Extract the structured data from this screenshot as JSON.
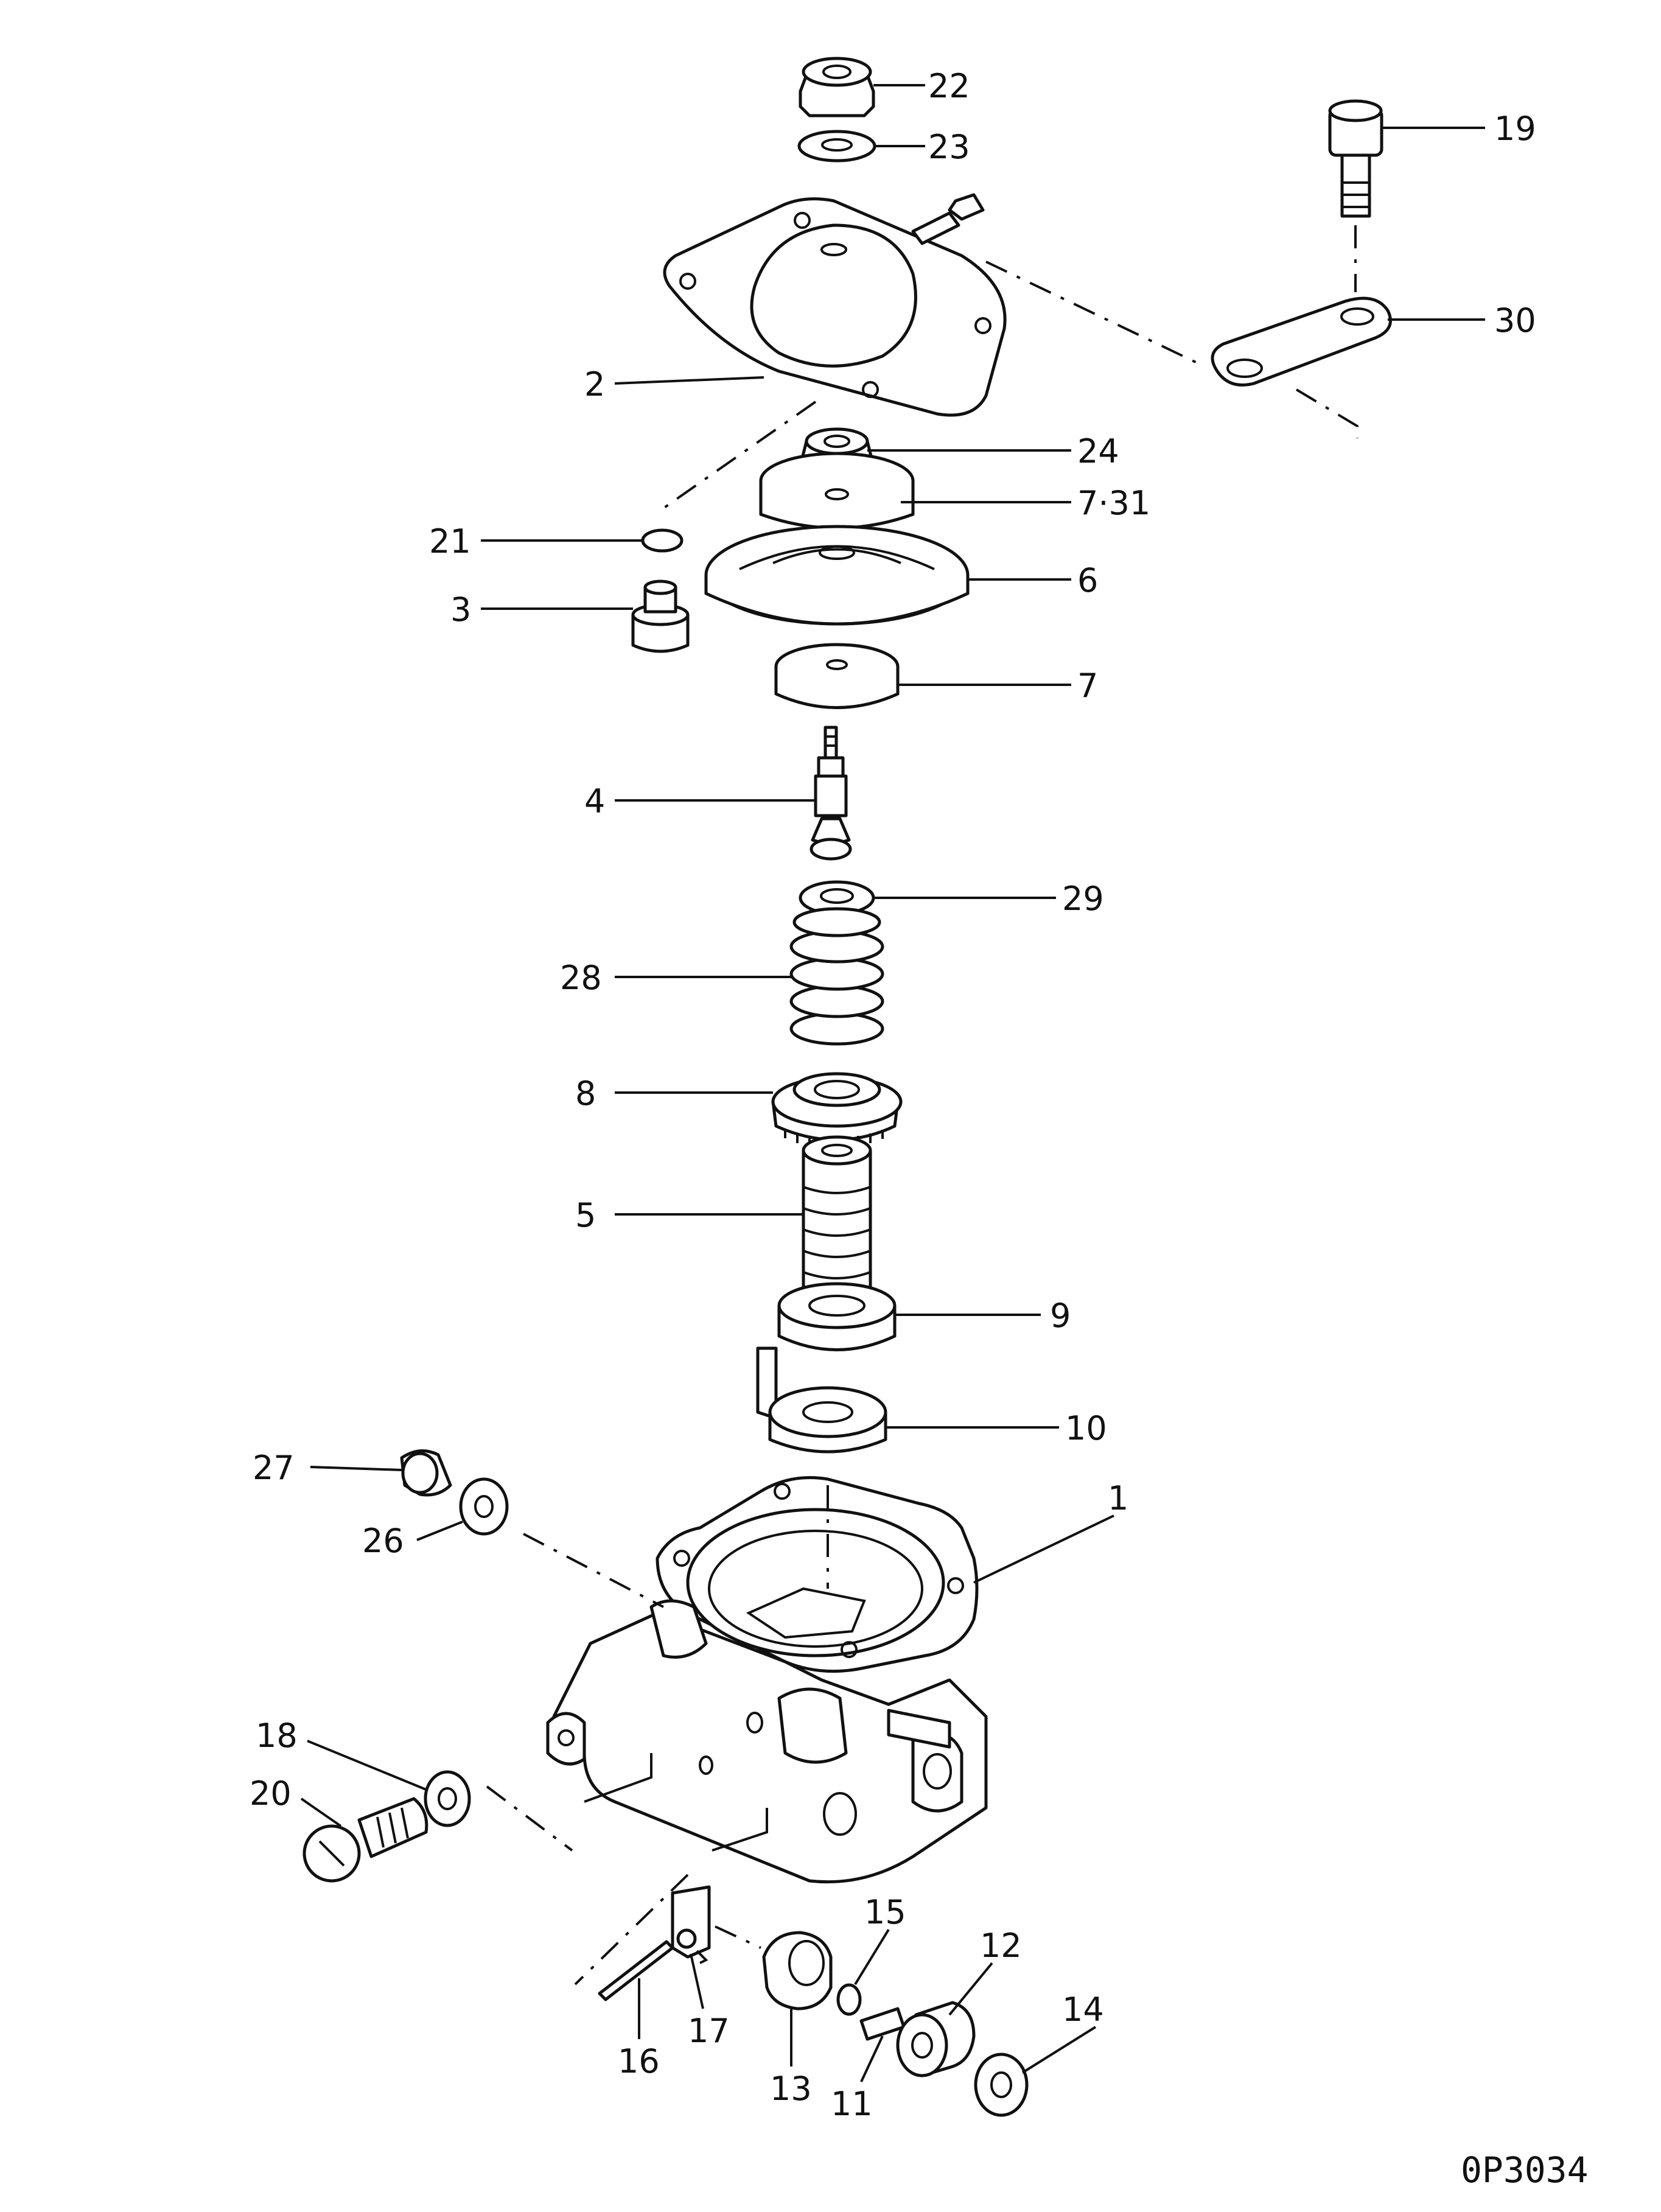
{
  "drawing_code": "0P3034",
  "colors": {
    "ink": "#111111",
    "paper": "#ffffff"
  },
  "callouts": [
    {
      "id": "22",
      "text": "22"
    },
    {
      "id": "23",
      "text": "23"
    },
    {
      "id": "19",
      "text": "19"
    },
    {
      "id": "30",
      "text": "30"
    },
    {
      "id": "2",
      "text": "2"
    },
    {
      "id": "24",
      "text": "24"
    },
    {
      "id": "7-31",
      "text": "7·31"
    },
    {
      "id": "21",
      "text": "21"
    },
    {
      "id": "6",
      "text": "6"
    },
    {
      "id": "3",
      "text": "3"
    },
    {
      "id": "7",
      "text": "7"
    },
    {
      "id": "4",
      "text": "4"
    },
    {
      "id": "29",
      "text": "29"
    },
    {
      "id": "28",
      "text": "28"
    },
    {
      "id": "8",
      "text": "8"
    },
    {
      "id": "5",
      "text": "5"
    },
    {
      "id": "9",
      "text": "9"
    },
    {
      "id": "10",
      "text": "10"
    },
    {
      "id": "27",
      "text": "27"
    },
    {
      "id": "1",
      "text": "1"
    },
    {
      "id": "26",
      "text": "26"
    },
    {
      "id": "18",
      "text": "18"
    },
    {
      "id": "20",
      "text": "20"
    },
    {
      "id": "15",
      "text": "15"
    },
    {
      "id": "12",
      "text": "12"
    },
    {
      "id": "14",
      "text": "14"
    },
    {
      "id": "16",
      "text": "16"
    },
    {
      "id": "17",
      "text": "17"
    },
    {
      "id": "13",
      "text": "13"
    },
    {
      "id": "11",
      "text": "11"
    }
  ]
}
